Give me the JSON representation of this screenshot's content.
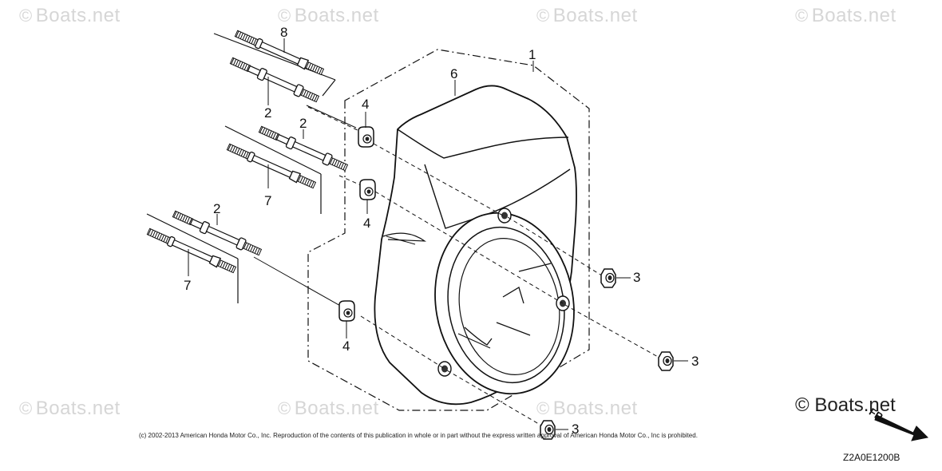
{
  "watermarks": [
    "Boats.net",
    "Boats.net",
    "Boats.net",
    "Boats.net",
    "Boats.net",
    "Boats.net",
    "Boats.net"
  ],
  "watermark_symbol": "©",
  "watermark_main": "Boats.net",
  "callouts": {
    "c1": "1",
    "c6": "6",
    "c8": "8",
    "c2a": "2",
    "c2b": "2",
    "c2c": "2",
    "c7a": "7",
    "c7b": "7",
    "c4a": "4",
    "c4b": "4",
    "c4c": "4",
    "c3a": "3",
    "c3b": "3",
    "c3c": "3"
  },
  "direction_label": "FR.",
  "copyright": "(c) 2002-2013 American Honda Motor Co., Inc. Reproduction of the contents of this publication in whole or in part without the express written approval of American Honda Motor Co., Inc is prohibited.",
  "diagram_code": "Z2A0E1200B"
}
